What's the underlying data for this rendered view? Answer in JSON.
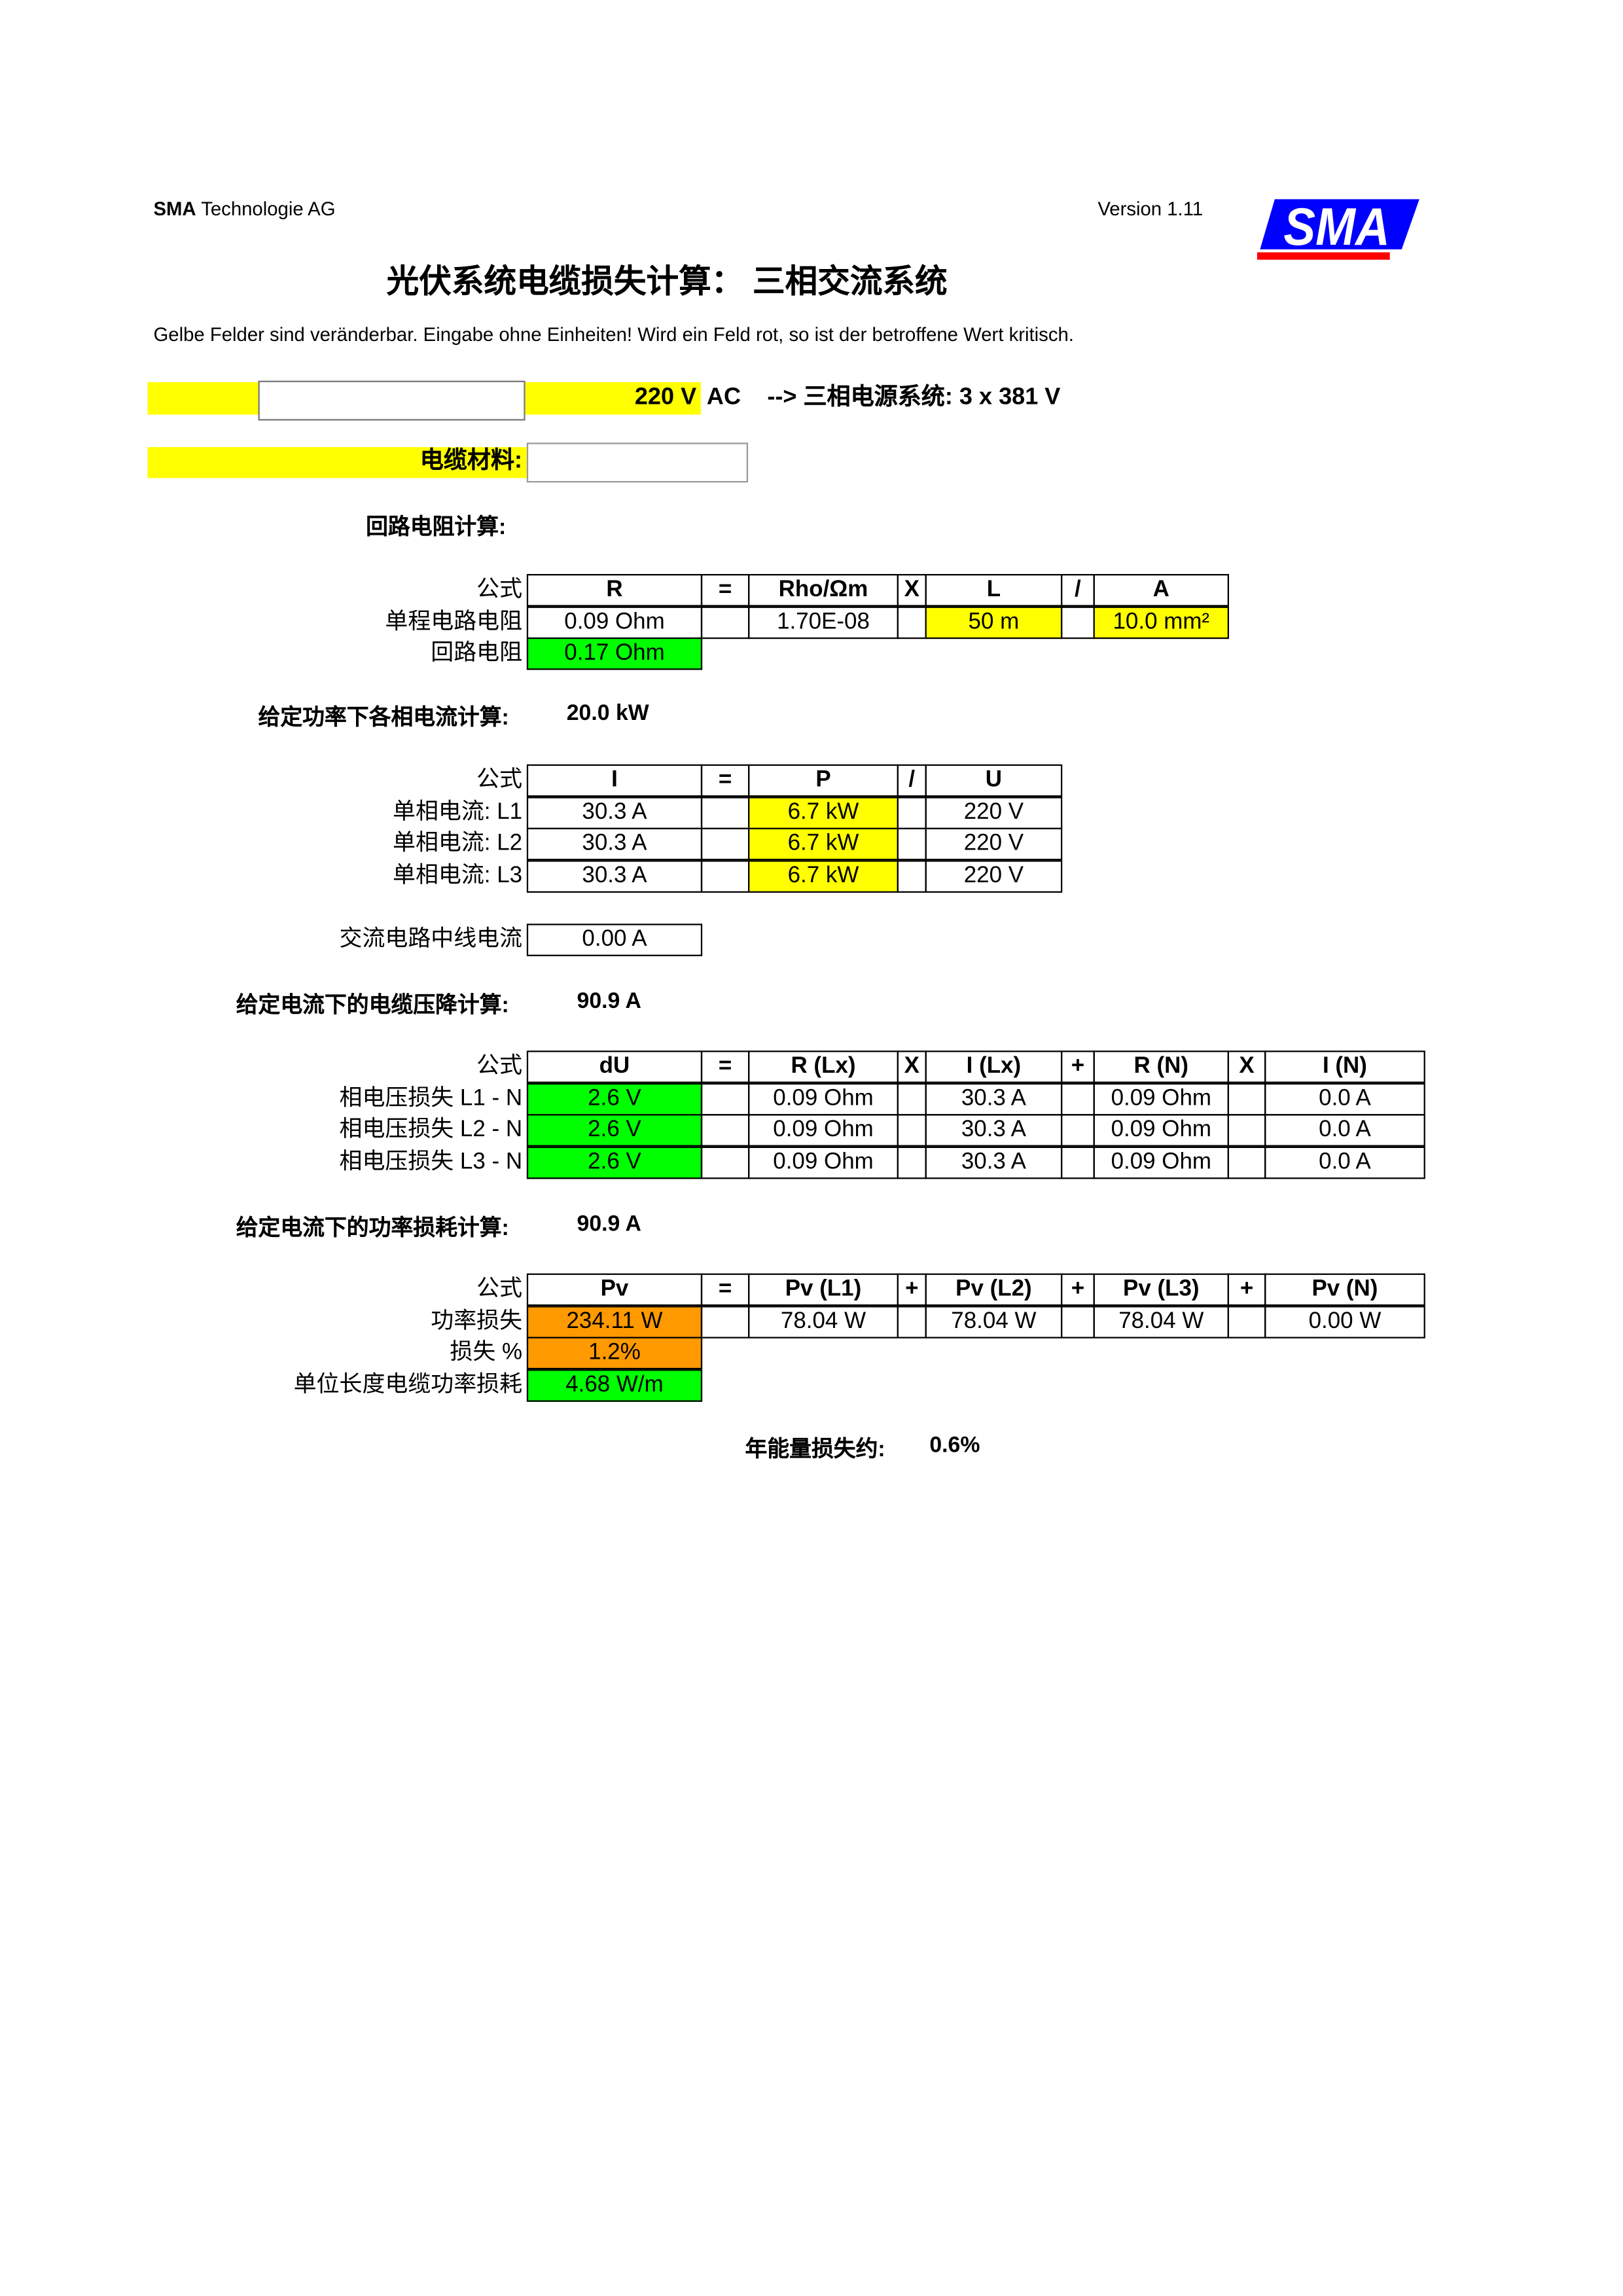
{
  "header": {
    "company_bold": "SMA",
    "company_rest": " Technologie AG",
    "version": "Version 1.11",
    "logo_text": "SMA"
  },
  "title": "光伏系统电缆损失计算： 三相交流系统",
  "note": "Gelbe Felder sind veränderbar. Eingabe ohne Einheiten! Wird ein Feld rot, so ist der betroffene Wert kritisch.",
  "voltage": {
    "input_value": "",
    "value": "220 V",
    "unit": "AC",
    "info": "--> 三相电源系统: 3 x 381 V"
  },
  "material": {
    "label": "电缆材料:",
    "input_value": ""
  },
  "colors": {
    "yellow": "#ffff00",
    "green": "#00ff00",
    "orange": "#ff9900"
  },
  "sections": {
    "resistance": {
      "heading": "回路电阻计算:"
    },
    "current": {
      "heading": "给定功率下各相电流计算:",
      "value": "20.0 kW"
    },
    "neutral": {
      "label": "交流电路中线电流",
      "value": "0.00 A"
    },
    "voltage_drop": {
      "heading": "给定电流下的电缆压降计算:",
      "value": "90.9 A"
    },
    "power_loss": {
      "heading": "给定电流下的功率损耗计算:",
      "value": "90.9 A"
    },
    "annual": {
      "label": "年能量损失约:",
      "value": "0.6%"
    }
  },
  "tables": [
    {
      "name": "resistance-table",
      "labels": [
        "公式",
        "单程电路电阻",
        "回路电阻"
      ],
      "rows": [
        [
          {
            "t": "R"
          },
          {
            "t": "="
          },
          {
            "t": "Rho/Ωm"
          },
          {
            "t": "X"
          },
          {
            "t": "L"
          },
          {
            "t": "/"
          },
          {
            "t": "A"
          }
        ],
        [
          {
            "t": "0.09 Ohm"
          },
          {
            "t": ""
          },
          {
            "t": "1.70E-08"
          },
          {
            "t": ""
          },
          {
            "t": "50 m",
            "c": "yellow"
          },
          {
            "t": ""
          },
          {
            "t": "10.0 mm²",
            "c": "yellow"
          }
        ],
        [
          {
            "t": "0.17 Ohm",
            "c": "green"
          }
        ]
      ]
    },
    {
      "name": "current-table",
      "labels": [
        "公式",
        "单相电流: L1",
        "单相电流: L2",
        "单相电流: L3"
      ],
      "rows": [
        [
          {
            "t": "I"
          },
          {
            "t": "="
          },
          {
            "t": "P"
          },
          {
            "t": "/"
          },
          {
            "t": "U"
          }
        ],
        [
          {
            "t": "30.3 A"
          },
          {
            "t": ""
          },
          {
            "t": "6.7 kW",
            "c": "yellow"
          },
          {
            "t": ""
          },
          {
            "t": "220 V"
          }
        ],
        [
          {
            "t": "30.3 A"
          },
          {
            "t": ""
          },
          {
            "t": "6.7 kW",
            "c": "yellow"
          },
          {
            "t": ""
          },
          {
            "t": "220 V"
          }
        ],
        [
          {
            "t": "30.3 A"
          },
          {
            "t": ""
          },
          {
            "t": "6.7 kW",
            "c": "yellow"
          },
          {
            "t": ""
          },
          {
            "t": "220 V"
          }
        ]
      ]
    },
    {
      "name": "voltage-drop-table",
      "labels": [
        "公式",
        "相电压损失 L1 - N",
        "相电压损失 L2 - N",
        "相电压损失 L3 - N"
      ],
      "rows": [
        [
          {
            "t": "dU"
          },
          {
            "t": "="
          },
          {
            "t": "R (Lx)"
          },
          {
            "t": "X"
          },
          {
            "t": "I (Lx)"
          },
          {
            "t": "+"
          },
          {
            "t": "R (N)"
          },
          {
            "t": "X"
          },
          {
            "t": "I (N)"
          }
        ],
        [
          {
            "t": "2.6 V",
            "c": "green"
          },
          {
            "t": ""
          },
          {
            "t": "0.09 Ohm"
          },
          {
            "t": ""
          },
          {
            "t": "30.3 A"
          },
          {
            "t": ""
          },
          {
            "t": "0.09 Ohm"
          },
          {
            "t": ""
          },
          {
            "t": "0.0 A"
          }
        ],
        [
          {
            "t": "2.6 V",
            "c": "green"
          },
          {
            "t": ""
          },
          {
            "t": "0.09 Ohm"
          },
          {
            "t": ""
          },
          {
            "t": "30.3 A"
          },
          {
            "t": ""
          },
          {
            "t": "0.09 Ohm"
          },
          {
            "t": ""
          },
          {
            "t": "0.0 A"
          }
        ],
        [
          {
            "t": "2.6 V",
            "c": "green"
          },
          {
            "t": ""
          },
          {
            "t": "0.09 Ohm"
          },
          {
            "t": ""
          },
          {
            "t": "30.3 A"
          },
          {
            "t": ""
          },
          {
            "t": "0.09 Ohm"
          },
          {
            "t": ""
          },
          {
            "t": "0.0 A"
          }
        ]
      ]
    },
    {
      "name": "power-loss-table",
      "labels": [
        "公式",
        "功率损失",
        "损失 %",
        "单位长度电缆功率损耗"
      ],
      "rows": [
        [
          {
            "t": "Pv"
          },
          {
            "t": "="
          },
          {
            "t": "Pv (L1)"
          },
          {
            "t": "+"
          },
          {
            "t": "Pv (L2)"
          },
          {
            "t": "+"
          },
          {
            "t": "Pv (L3)"
          },
          {
            "t": "+"
          },
          {
            "t": "Pv (N)"
          }
        ],
        [
          {
            "t": "234.11 W",
            "c": "orange"
          },
          {
            "t": ""
          },
          {
            "t": "78.04 W"
          },
          {
            "t": ""
          },
          {
            "t": "78.04 W"
          },
          {
            "t": ""
          },
          {
            "t": "78.04 W"
          },
          {
            "t": ""
          },
          {
            "t": "0.00 W"
          }
        ],
        [
          {
            "t": "1.2%",
            "c": "orange"
          }
        ],
        [
          {
            "t": "4.68 W/m",
            "c": "green"
          }
        ]
      ]
    }
  ]
}
